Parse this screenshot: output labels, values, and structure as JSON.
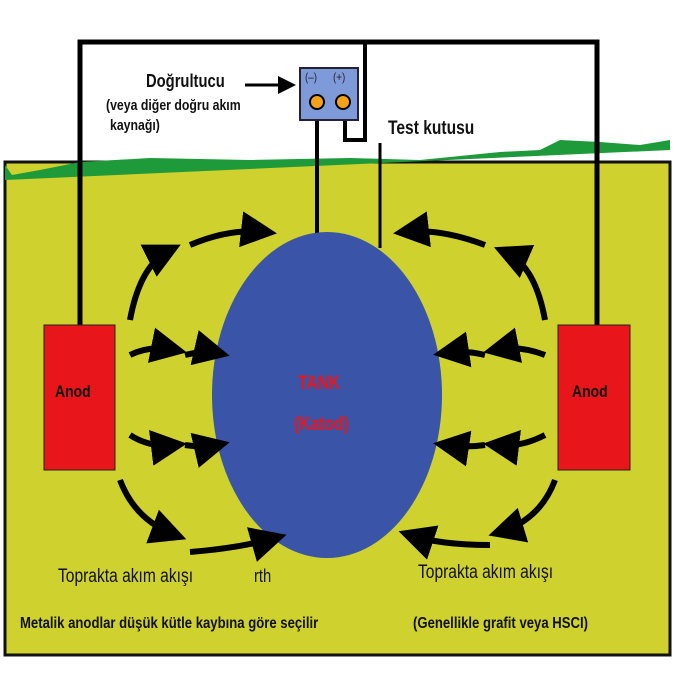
{
  "title": "Cathodic protection with impressed current",
  "rectifier": {
    "label": "Doğrultucu",
    "sublabel": "(veya diğer doğru akım kaynağı)",
    "sublabel_line1": "(veya diğer doğru akım",
    "sublabel_line2": "kaynağı)",
    "minus": "(–)",
    "plus": "(+)"
  },
  "test_box": "Test kutusu",
  "tank": {
    "line1": "TANK",
    "line2": "(Katod)"
  },
  "anode_left": "Anod",
  "anode_right": "Anod",
  "flow_left": "Toprakta akım akışı",
  "flow_left_residue": "rth",
  "flow_right": "Toprakta akım akışı",
  "footer_left": "Metalik anodlar düşük kütle kaybına göre seçilir",
  "footer_right": "(Genellikle grafit veya HSCI)",
  "colors": {
    "soil": "#cfd12e",
    "grass": "#1f9a3a",
    "tank": "#3a54a8",
    "anode": "#e8161b",
    "rectifier": "#7f9ad8",
    "terminal": "#f3a21a"
  }
}
